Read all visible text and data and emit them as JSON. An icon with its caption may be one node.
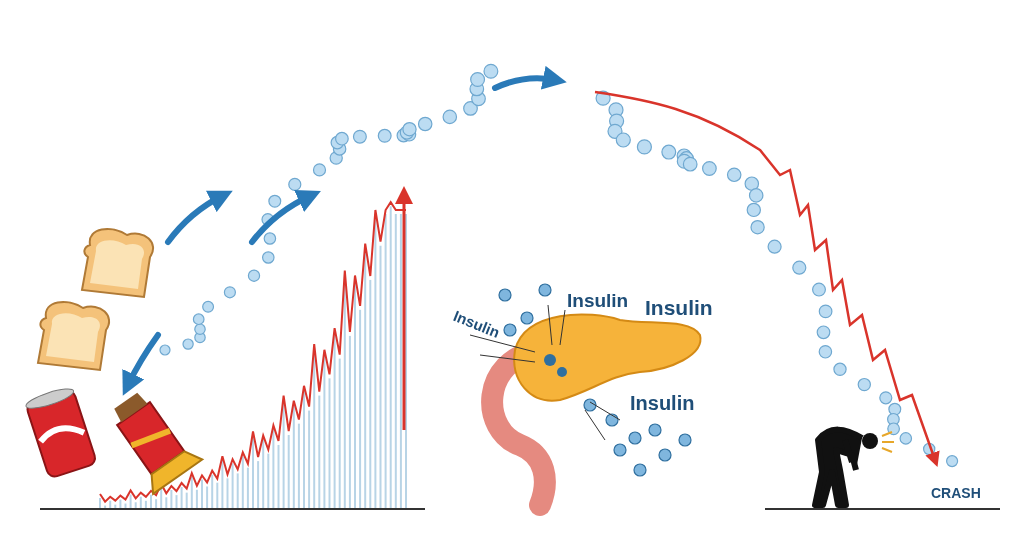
{
  "diagram": {
    "labels": [
      "Insulin",
      "Insulin",
      "Insulin",
      "Insulin",
      "CRASH"
    ]
  }
}
